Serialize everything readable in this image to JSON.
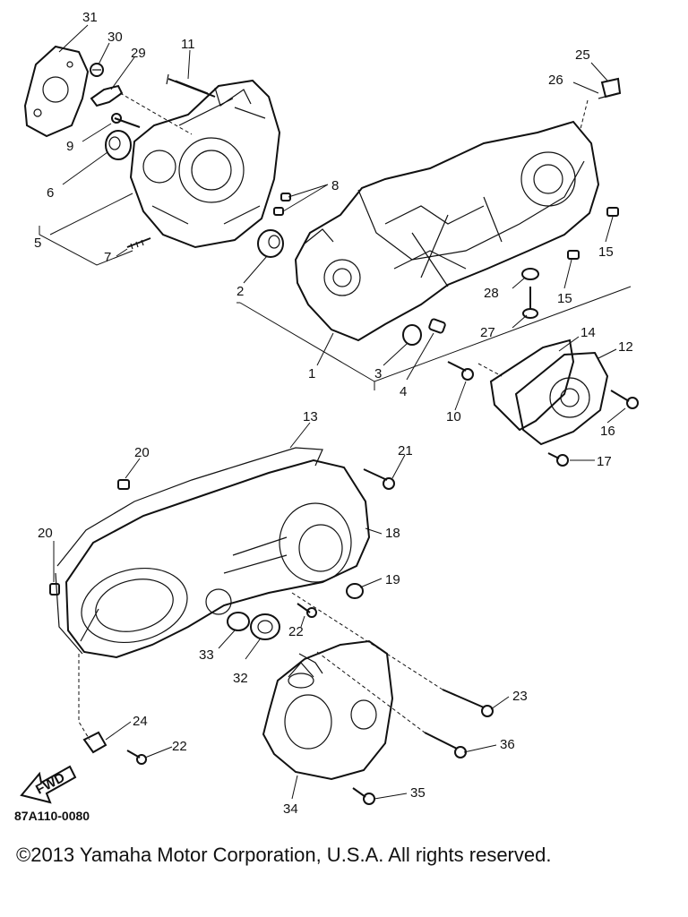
{
  "diagram": {
    "callouts": [
      "31",
      "30",
      "29",
      "11",
      "25",
      "26",
      "9",
      "6",
      "8",
      "5",
      "7",
      "15",
      "2",
      "28",
      "15",
      "27",
      "1",
      "3",
      "4",
      "14",
      "12",
      "10",
      "16",
      "17",
      "13",
      "20",
      "21",
      "20",
      "18",
      "19",
      "22",
      "33",
      "32",
      "23",
      "24",
      "22",
      "36",
      "35",
      "34"
    ],
    "fwd_label": "FWD",
    "reference_code": "87A110-0080"
  },
  "footer": {
    "copyright": "©2013 Yamaha Motor Corporation, U.S.A. All rights reserved."
  }
}
